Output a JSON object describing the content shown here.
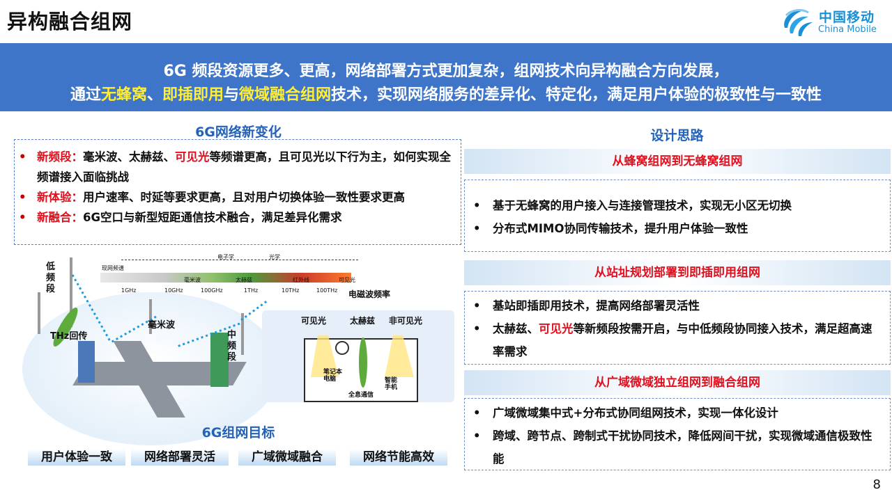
{
  "header": {
    "title": "异构融合组网",
    "logo_cn": "中国移动",
    "logo_en": "China Mobile",
    "logo_color": "#1a8fd6"
  },
  "banner": {
    "line1": "6G 频段资源更多、更高，网络部署方式更加复杂，组网技术向异构融合方向发展，",
    "line2_part1": "通过",
    "line2_hl1": "无蜂窝",
    "line2_sep1": "、",
    "line2_hl2": "即插即用",
    "line2_sep2": "与",
    "line2_hl3": "微域融合组网",
    "line2_part2": "技术，实现网络服务的差异化、特定化，满足用户体验的极致性与一致性",
    "bg_color": "#3f75c9",
    "highlight_color": "#ffee33"
  },
  "left": {
    "title": "6G网络新变化",
    "items": [
      {
        "label": "新频段：",
        "pre": "毫米波、太赫兹、",
        "red": "可见光",
        "post": "等频谱更高，且可见光以下行为主，如何实现全频谱接入面临挑战"
      },
      {
        "label": "新体验：",
        "pre": "用户速率、时延等要求更高，且对用户切换体验一致性要求更高",
        "red": "",
        "post": ""
      },
      {
        "label": "新融合：",
        "pre": "6G空口与新型短距通信技术融合，满足差异化需求",
        "red": "",
        "post": ""
      }
    ]
  },
  "diagram": {
    "low_band": "低\n频\n段",
    "thz_backhaul": "THz回传",
    "mmwave": "毫米波",
    "mid_band": "中\n频\n段",
    "electronics": "电子学",
    "optics": "光学",
    "spectrum_axis": "电磁波频率",
    "bands": [
      "现网频谱",
      "毫米波",
      "太赫兹",
      "红外线",
      "可见光"
    ],
    "ticks": [
      "1GHz",
      "10GHz",
      "100GHz",
      "1THz",
      "10THz",
      "100THz"
    ],
    "room_top": [
      "可见光",
      "太赫兹",
      "非可见光"
    ],
    "laptop": "笔记本\n电脑",
    "holo": "全息通信",
    "phone": "智能\n手机"
  },
  "goals": {
    "title": "6G组网目标",
    "items": [
      "用户体验一致",
      "网络部署灵活",
      "广域微域融合",
      "网络节能高效"
    ]
  },
  "right": {
    "title": "设计思路",
    "sections": [
      {
        "heading": "从蜂窝组网到无蜂窝组网",
        "items": [
          {
            "pre": "基于无蜂窝的用户接入与连接管理技术，实现无小区无切换",
            "red": "",
            "post": ""
          },
          {
            "pre": "分布式MIMO协同传输技术，提升用户体验一致性",
            "red": "",
            "post": ""
          }
        ]
      },
      {
        "heading": "从站址规划部署到即插即用组网",
        "items": [
          {
            "pre": "基站即插即用技术，提高网络部署灵活性",
            "red": "",
            "post": ""
          },
          {
            "pre": "太赫兹、",
            "red": "可见光",
            "post": "等新频段按需开启，与中低频段协同接入技术，满足超高速率需求"
          }
        ]
      },
      {
        "heading": "从广域微域独立组网到融合组网",
        "items": [
          {
            "pre": "广域微域集中式+分布式协同组网技术，实现一体化设计",
            "red": "",
            "post": ""
          },
          {
            "pre": "跨域、跨节点、跨制式干扰协同技术，降低网间干扰，实现微域通信极致性能",
            "red": "",
            "post": ""
          }
        ]
      }
    ],
    "heading_color": "#e0101e"
  },
  "page_number": "8"
}
